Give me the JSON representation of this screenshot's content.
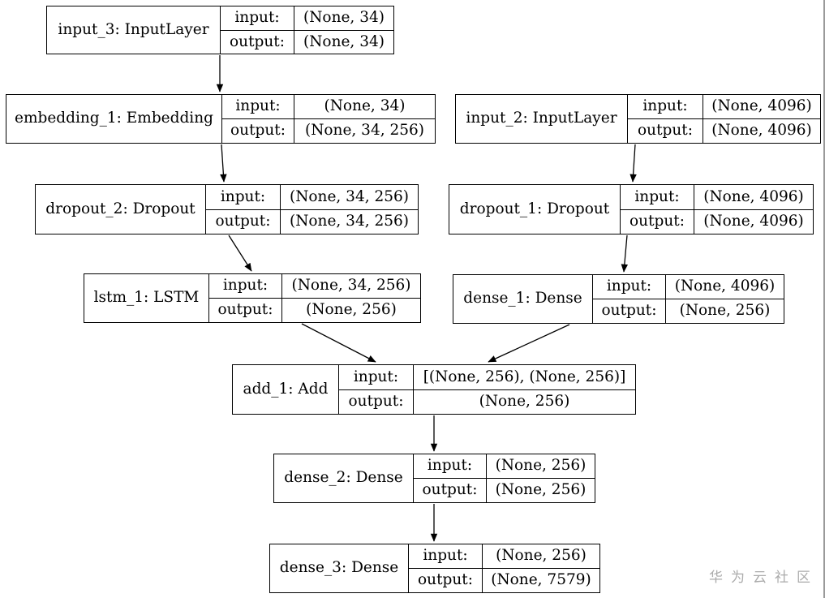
{
  "io_labels": {
    "input": "input:",
    "output": "output:"
  },
  "nodes": [
    {
      "id": "input_3",
      "label": "input_3: InputLayer",
      "input_shape": "(None, 34)",
      "output_shape": "(None, 34)"
    },
    {
      "id": "embedding_1",
      "label": "embedding_1: Embedding",
      "input_shape": "(None, 34)",
      "output_shape": "(None, 34, 256)"
    },
    {
      "id": "input_2",
      "label": "input_2: InputLayer",
      "input_shape": "(None, 4096)",
      "output_shape": "(None, 4096)"
    },
    {
      "id": "dropout_2",
      "label": "dropout_2: Dropout",
      "input_shape": "(None, 34, 256)",
      "output_shape": "(None, 34, 256)"
    },
    {
      "id": "dropout_1",
      "label": "dropout_1: Dropout",
      "input_shape": "(None, 4096)",
      "output_shape": "(None, 4096)"
    },
    {
      "id": "lstm_1",
      "label": "lstm_1: LSTM",
      "input_shape": "(None, 34, 256)",
      "output_shape": "(None, 256)"
    },
    {
      "id": "dense_1",
      "label": "dense_1: Dense",
      "input_shape": "(None, 4096)",
      "output_shape": "(None, 256)"
    },
    {
      "id": "add_1",
      "label": "add_1: Add",
      "input_shape": "[(None, 256), (None, 256)]",
      "output_shape": "(None, 256)"
    },
    {
      "id": "dense_2",
      "label": "dense_2: Dense",
      "input_shape": "(None, 256)",
      "output_shape": "(None, 256)"
    },
    {
      "id": "dense_3",
      "label": "dense_3: Dense",
      "input_shape": "(None, 256)",
      "output_shape": "(None, 7579)"
    }
  ],
  "edges": [
    {
      "from": "input_3",
      "to": "embedding_1"
    },
    {
      "from": "embedding_1",
      "to": "dropout_2"
    },
    {
      "from": "dropout_2",
      "to": "lstm_1"
    },
    {
      "from": "input_2",
      "to": "dropout_1"
    },
    {
      "from": "dropout_1",
      "to": "dense_1"
    },
    {
      "from": "lstm_1",
      "to": "add_1"
    },
    {
      "from": "dense_1",
      "to": "add_1"
    },
    {
      "from": "add_1",
      "to": "dense_2"
    },
    {
      "from": "dense_2",
      "to": "dense_3"
    }
  ],
  "watermark": {
    "text": "华为云社区",
    "color": "#ababab"
  }
}
